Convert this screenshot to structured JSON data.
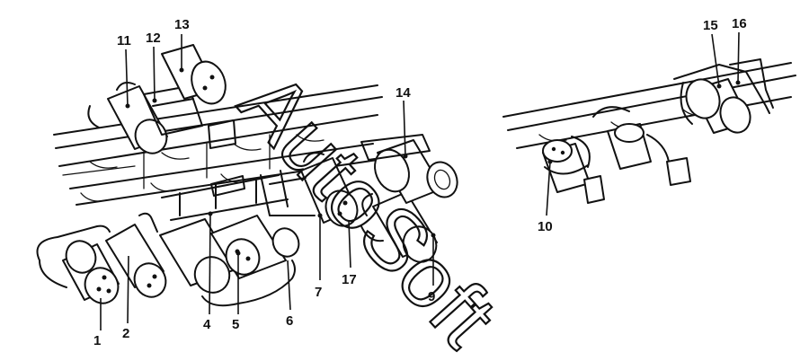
{
  "watermark": "AutoSoft",
  "callouts": [
    {
      "label": "1"
    },
    {
      "label": "2"
    },
    {
      "label": "4"
    },
    {
      "label": "5"
    },
    {
      "label": "6"
    },
    {
      "label": "7"
    },
    {
      "label": "17"
    },
    {
      "label": "9"
    },
    {
      "label": "10"
    },
    {
      "label": "11"
    },
    {
      "label": "12"
    },
    {
      "label": "13"
    },
    {
      "label": "14"
    },
    {
      "label": "15"
    },
    {
      "label": "16"
    }
  ]
}
